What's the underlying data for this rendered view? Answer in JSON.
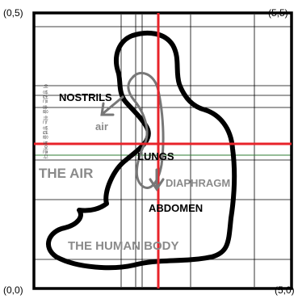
{
  "corners": {
    "top_left": "(0,5)",
    "top_right": "(5,5)",
    "bottom_left": "(0,0)",
    "bottom_right": "(5,0)"
  },
  "labels": {
    "nostrils": "NOSTRILS",
    "air_small": "air",
    "lungs": "LUNGS",
    "diaphragm": "DIAPHRAGM",
    "abdomen": "ABDOMEN",
    "the_air": "THE AIR",
    "human_body": "THE HUMAN BODY"
  },
  "vertical_note": "이 방법은 숨을 쉬는 방법을 보여준다",
  "colors": {
    "frame": "#000000",
    "crosshair": "#e8232a",
    "gray_text": "#8a8a8a",
    "arrow": "#777777",
    "green_line": "#2e7d32"
  }
}
